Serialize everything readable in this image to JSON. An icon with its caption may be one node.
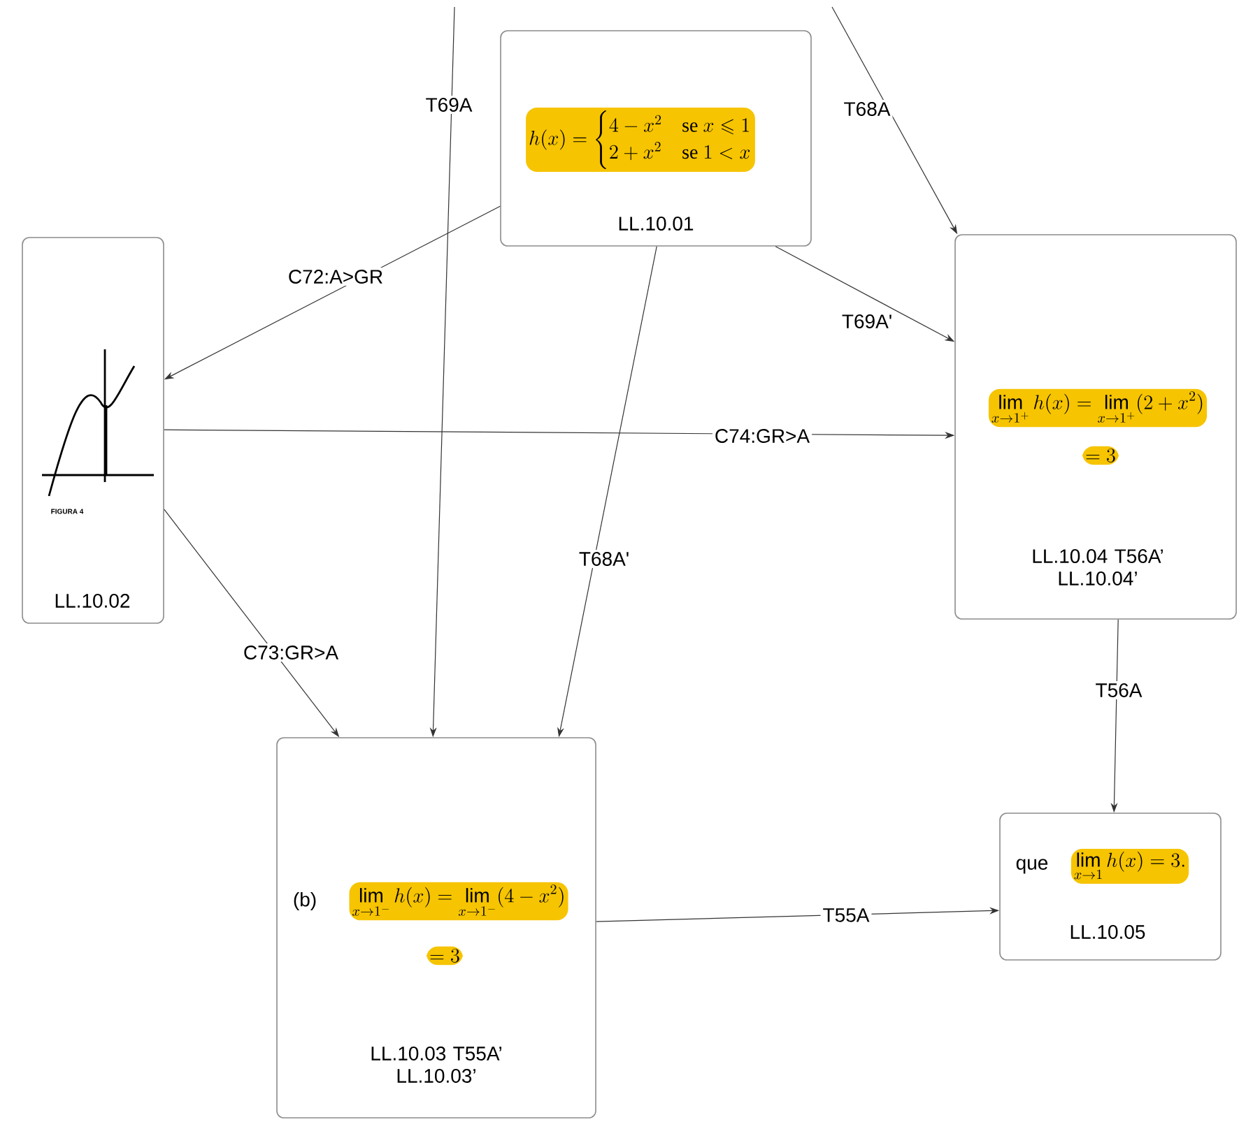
{
  "diagram": {
    "nodes": [
      {
        "text": [
          "h(x) = \\begin{cases} 4-x^{2} & \\text{se } x \\leqslant 1 \\\\ 2+x^{2} & \\text{se } 1 < x \\end{cases}",
          "LL.10.01"
        ]
      },
      {
        "text": [
          "LL.10.02"
        ]
      },
      {
        "text": [
          "(b)",
          "\\lim_{x \\to 1^{-}} h(x) = \\lim_{x \\to 1^{-}} (4-x^{2})",
          "= 3",
          "LL.10.03 T55A’ LL.10.03’"
        ]
      },
      {
        "text": [
          "\\lim_{x \\to 1^{+}} h(x) = \\lim_{x \\to 1^{+}} (2+x^{2})",
          "= 3",
          "LL.10.04 T56A’ LL.10.04’"
        ]
      },
      {
        "text": [
          "que",
          "\\lim_{x \\to 1} h(x) = 3.",
          "LL.10.05"
        ]
      }
    ],
    "edges": [
      {
        "from": null,
        "to": 2,
        "arrow": "to",
        "label": "T69A"
      },
      {
        "from": null,
        "to": 3,
        "arrow": "to",
        "label": "T68A"
      },
      {
        "from": 0,
        "to": 1,
        "arrow": "to",
        "label": "C72:A>GR"
      },
      {
        "from": 0,
        "to": 3,
        "arrow": "to",
        "label": "T69A'"
      },
      {
        "from": 1,
        "to": 3,
        "arrow": "to",
        "label": "C74:GR>A"
      },
      {
        "from": 0,
        "to": 2,
        "arrow": "to",
        "label": "T68A'"
      },
      {
        "from": 1,
        "to": 2,
        "arrow": "to",
        "label": "C73:GR>A"
      },
      {
        "from": 3,
        "to": 4,
        "arrow": "to",
        "label": "T56A"
      },
      {
        "from": 2,
        "to": 4,
        "arrow": "to",
        "label": "T55A"
      }
    ],
    "labels": [
      "FIGURA 4"
    ]
  }
}
